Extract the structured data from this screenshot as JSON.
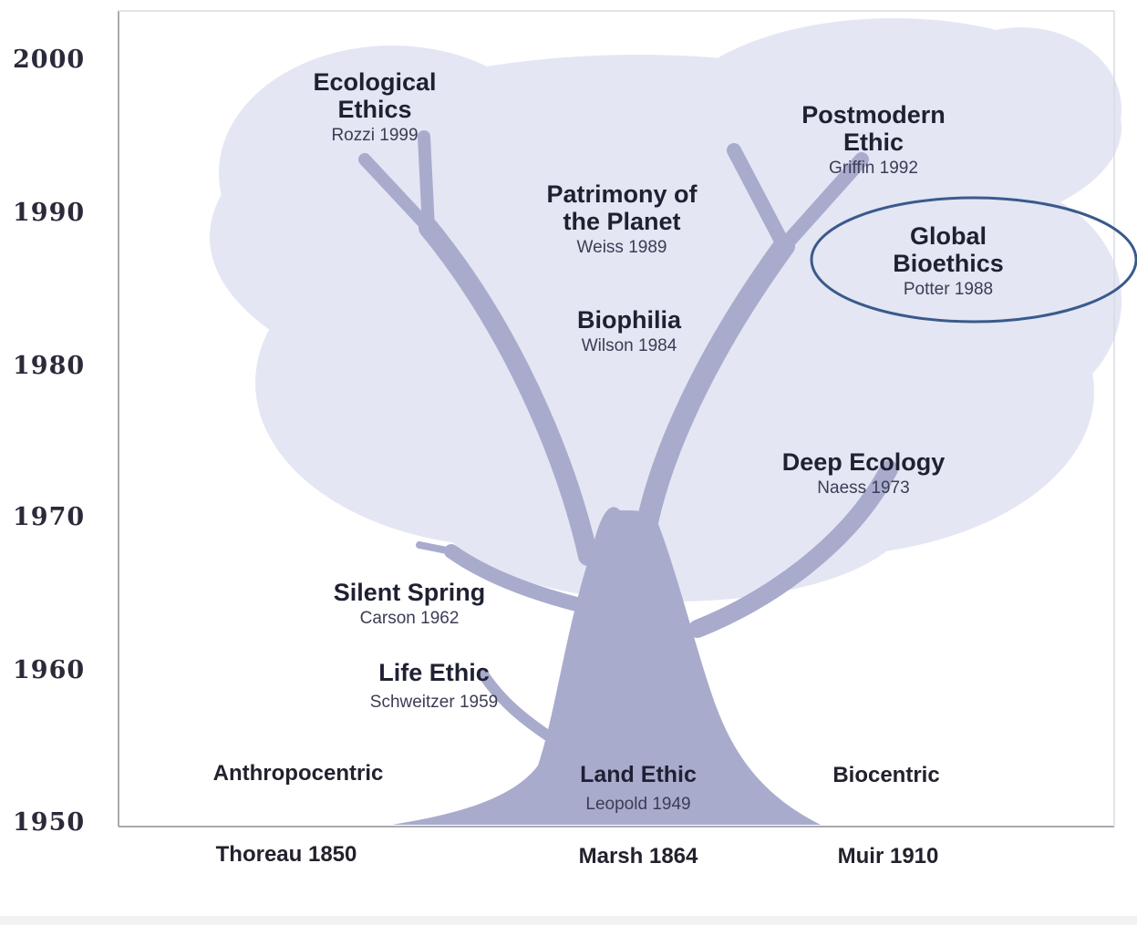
{
  "y_axis": {
    "years": [
      "2000",
      "1990",
      "1980",
      "1970",
      "1960",
      "1950"
    ]
  },
  "x_axis": {
    "origins": [
      "Thoreau 1850",
      "Marsh 1864",
      "Muir 1910"
    ]
  },
  "regions": {
    "left": "Anthropocentric",
    "right": "Biocentric"
  },
  "nodes": [
    {
      "id": "ecological-ethics",
      "title": [
        "Ecological",
        "Ethics"
      ],
      "source": "Rozzi 1999"
    },
    {
      "id": "postmodern-ethic",
      "title": [
        "Postmodern",
        "Ethic"
      ],
      "source": "Griffin 1992"
    },
    {
      "id": "patrimony-planet",
      "title": [
        "Patrimony of",
        "the Planet"
      ],
      "source": "Weiss 1989"
    },
    {
      "id": "global-bioethics",
      "title": [
        "Global",
        "Bioethics"
      ],
      "source": "Potter 1988",
      "highlighted": true
    },
    {
      "id": "biophilia",
      "title": [
        "Biophilia"
      ],
      "source": "Wilson 1984"
    },
    {
      "id": "deep-ecology",
      "title": [
        "Deep Ecology"
      ],
      "source": "Naess 1973"
    },
    {
      "id": "silent-spring",
      "title": [
        "Silent Spring"
      ],
      "source": "Carson 1962"
    },
    {
      "id": "life-ethic",
      "title": [
        "Life Ethic"
      ],
      "source": "Schweitzer 1959"
    },
    {
      "id": "land-ethic",
      "title": [
        "Land Ethic"
      ],
      "source": "Leopold 1949"
    }
  ],
  "colors": {
    "trunk": "#a9abcd",
    "canopy": "#e4e6f3",
    "highlight_ring": "#3a5a8c",
    "frame": "#8a8f96"
  }
}
